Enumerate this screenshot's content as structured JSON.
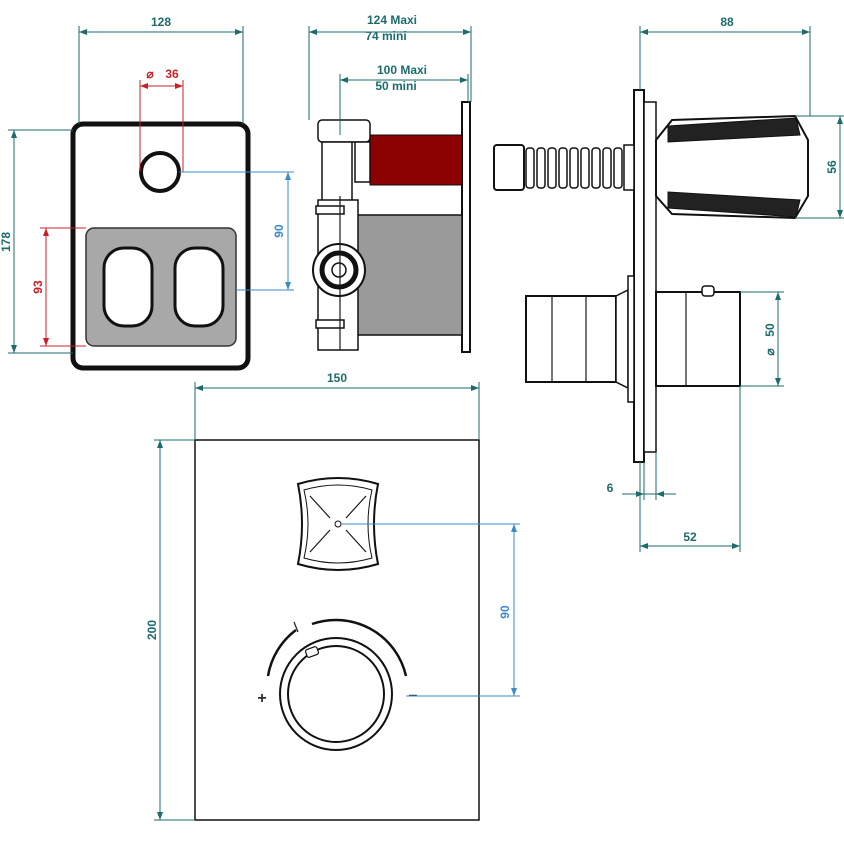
{
  "dimensions": {
    "top_width": "128",
    "knob_diameter": "36",
    "diameter_symbol": "⌀",
    "body_height": "178",
    "button_panel_height": "93",
    "knob_to_panel": "90",
    "depth_maxi": "124  Maxi",
    "depth_mini": "74 mini",
    "inner_maxi": "100  Maxi",
    "inner_mini": "50 mini",
    "side_depth": "88",
    "handle_height": "56",
    "knob_side_diameter": "50",
    "plate_thickness": "6",
    "knob_projection": "52",
    "front_width": "150",
    "front_height": "200",
    "front_spacing": "90",
    "plus_sign": "+",
    "minus_sign": "−"
  },
  "colors": {
    "dim_green": "#1d6b6b",
    "dim_blue": "#3b8cc8",
    "dim_red": "#c8202a",
    "outline": "#1a1a1a",
    "valve_red": "#8b0000",
    "body_gray": "#9a9a9a",
    "panel_gray": "#a8a8a8"
  }
}
